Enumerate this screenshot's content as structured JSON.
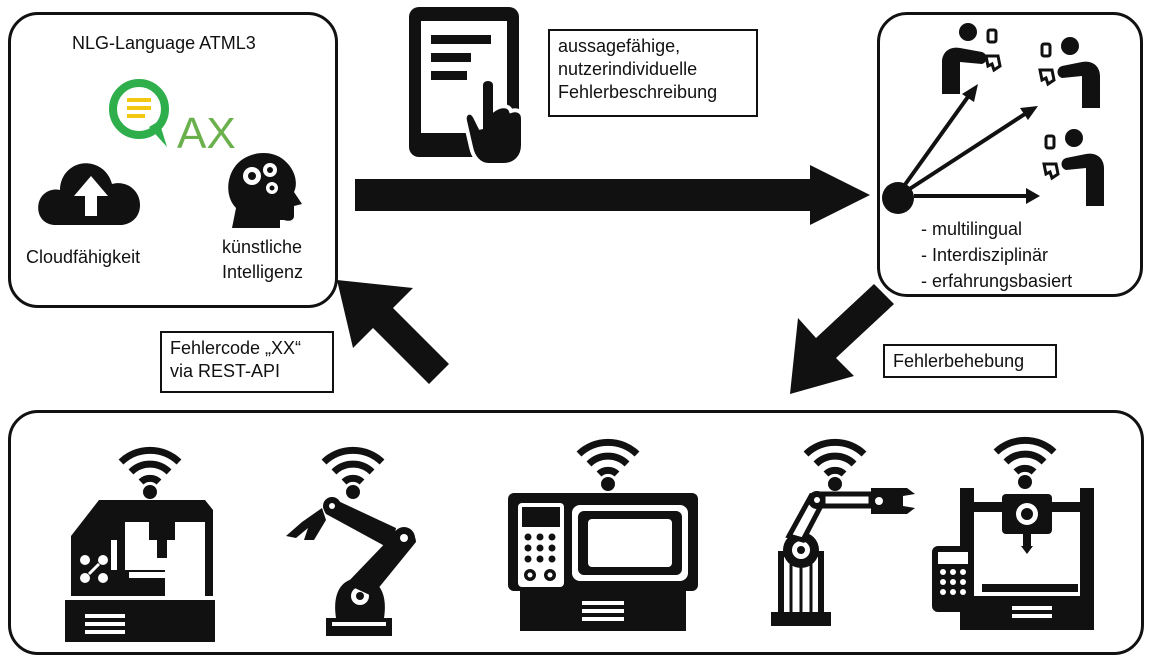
{
  "nlg_box": {
    "title": "NLG-Language ATML3",
    "ax_text": "AX",
    "cloud_label": "Cloudfähigkeit",
    "ai_label_line1": "künstliche",
    "ai_label_line2": "Intelligenz"
  },
  "description_label": {
    "line1": "aussagefähige,",
    "line2": "nutzerindividuelle",
    "line3": "Fehlerbeschreibung"
  },
  "experts_box": {
    "features": [
      "- multilingual",
      "- Interdisziplinär",
      "- erfahrungsbasiert"
    ]
  },
  "errorcode_label": {
    "line1": "Fehlercode „XX“",
    "line2": "via REST-API"
  },
  "repair_label": "Fehlerbehebung",
  "colors": {
    "accent_green": "#2fae4c",
    "yellow": "#f2c811",
    "ax_green": "#6ab04c",
    "ink": "#111111"
  },
  "icons": [
    "tablet-touch-icon",
    "chat-bubble-icon",
    "cloud-upload-icon",
    "ai-head-icon",
    "technician-icon",
    "wifi-icon",
    "cnc-mill-icon",
    "robot-arm-icon",
    "cnc-lathe-icon",
    "industrial-robot-icon",
    "3d-printer-icon"
  ]
}
